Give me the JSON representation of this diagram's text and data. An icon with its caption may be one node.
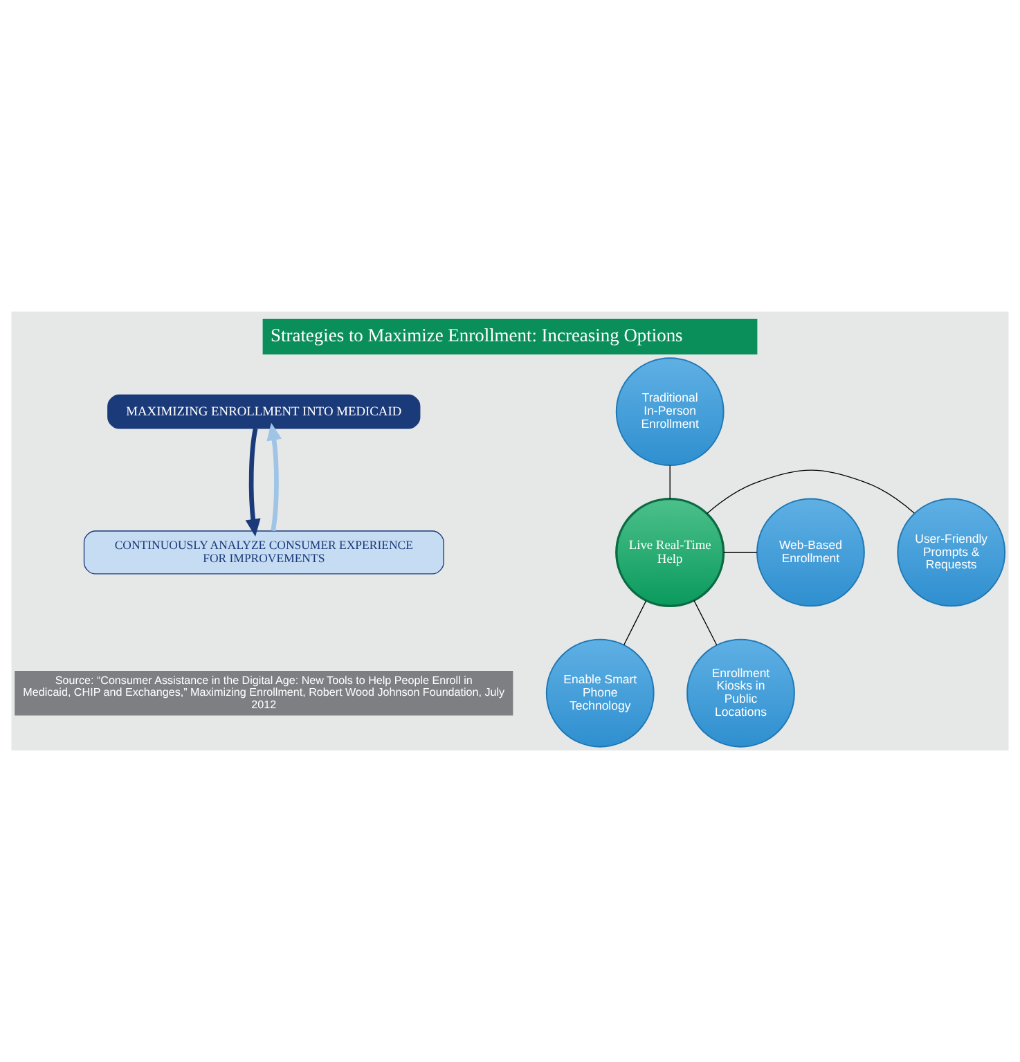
{
  "diagram": {
    "title": "Strategies to Maximize Enrollment: Increasing Options",
    "caption": "Source: “Consumer Assistance in the Digital Age: New Tools to Help People Enroll in Medicaid, CHIP and Exchanges,” Maximizing Enrollment, Robert Wood Johnson Foundation, July 2012",
    "nodes": [
      {
        "text": [
          "MAXIMIZING ENROLLMENT INTO MEDICAID"
        ]
      },
      {
        "text": [
          "Traditional In-Person Enrollment"
        ]
      },
      {
        "text": [
          "User-Friendly Prompts & Requests"
        ]
      },
      {
        "text": [
          "Live Real-Time Help"
        ]
      },
      {
        "text": [
          "Web-Based Enrollment"
        ]
      },
      {
        "text": [
          "Enable Smart Phone Technology"
        ]
      },
      {
        "text": [
          "Enrollment Kiosks in Public Locations"
        ]
      },
      {
        "text": [
          "CONTINUOUSLY ANALYZE CONSUMER EXPERIENCE FOR IMPROVEMENTS"
        ]
      }
    ],
    "edges": [
      {
        "from": 3,
        "to": 1,
        "arrow": "none"
      },
      {
        "from": 3,
        "to": 2,
        "arrow": "none"
      },
      {
        "from": 3,
        "to": 4,
        "arrow": "none"
      },
      {
        "from": 3,
        "to": 5,
        "arrow": "none"
      },
      {
        "from": 3,
        "to": 6,
        "arrow": "none"
      },
      {
        "from": 0,
        "to": 7,
        "arrow": "to",
        "style": "thick",
        "color": "#1b3a7a"
      },
      {
        "from": 7,
        "to": 0,
        "arrow": "to",
        "style": "thick",
        "color": "#9fc4e6"
      }
    ]
  }
}
